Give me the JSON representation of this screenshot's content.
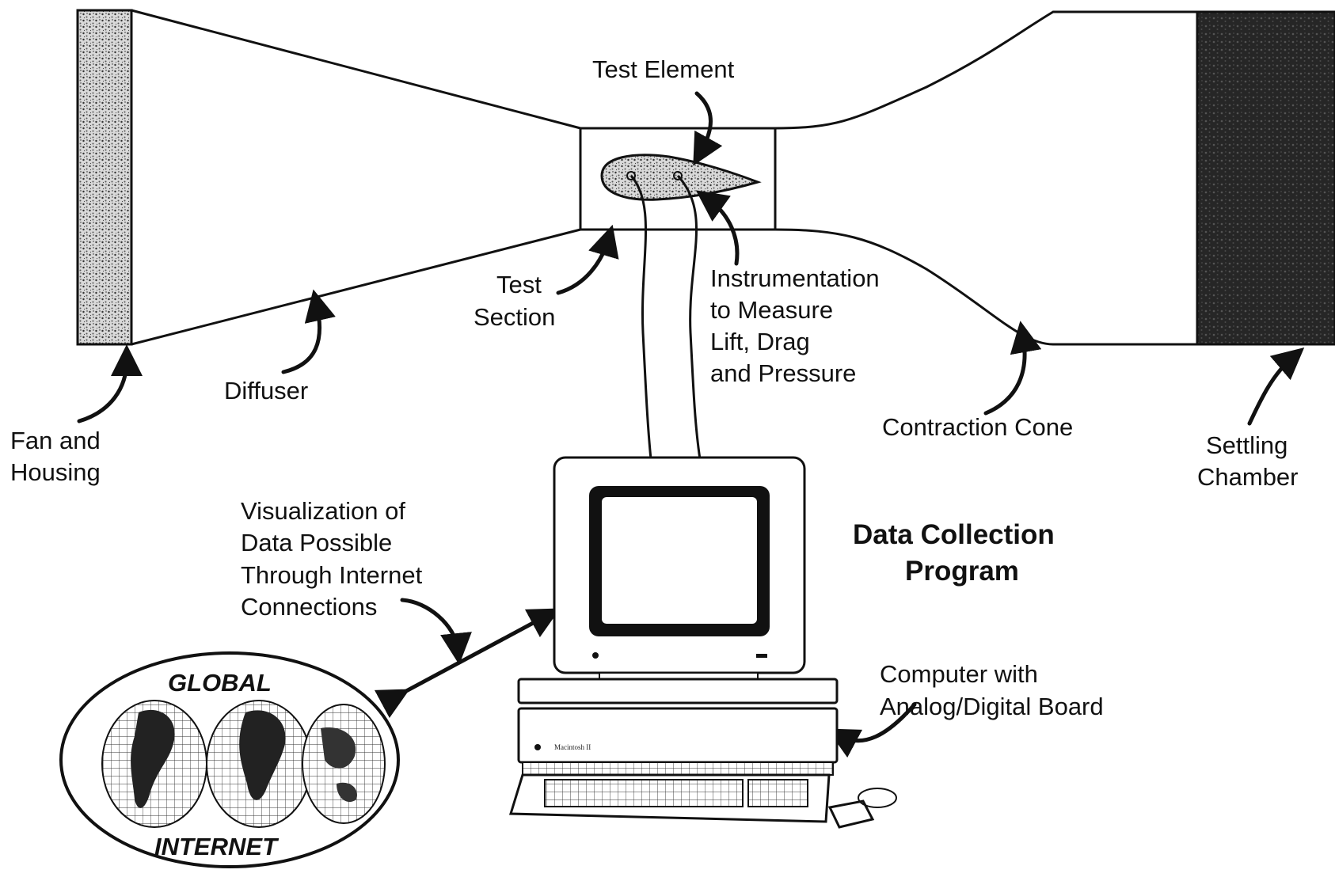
{
  "labels": {
    "test_element": "Test Element",
    "test_section": [
      "Test",
      "Section"
    ],
    "instrumentation": [
      "Instrumentation",
      "to Measure",
      "Lift, Drag",
      "and Pressure"
    ],
    "diffuser": "Diffuser",
    "fan_housing": [
      "Fan and",
      "Housing"
    ],
    "contraction_cone": "Contraction Cone",
    "settling_chamber": [
      "Settling",
      "Chamber"
    ],
    "visualization": [
      "Visualization of",
      "Data Possible",
      "Through Internet",
      "Connections"
    ],
    "data_collection": [
      "Data Collection",
      "Program"
    ],
    "computer": [
      "Computer with",
      "Analog/Digital Board"
    ],
    "globe_top": "GLOBAL",
    "globe_bottom": "INTERNET",
    "computer_badge": "Macintosh II"
  },
  "colors": {
    "ink": "#111111",
    "background": "#ffffff",
    "stipple": "#9a9a9a",
    "chamber": "#2b2b2b"
  }
}
